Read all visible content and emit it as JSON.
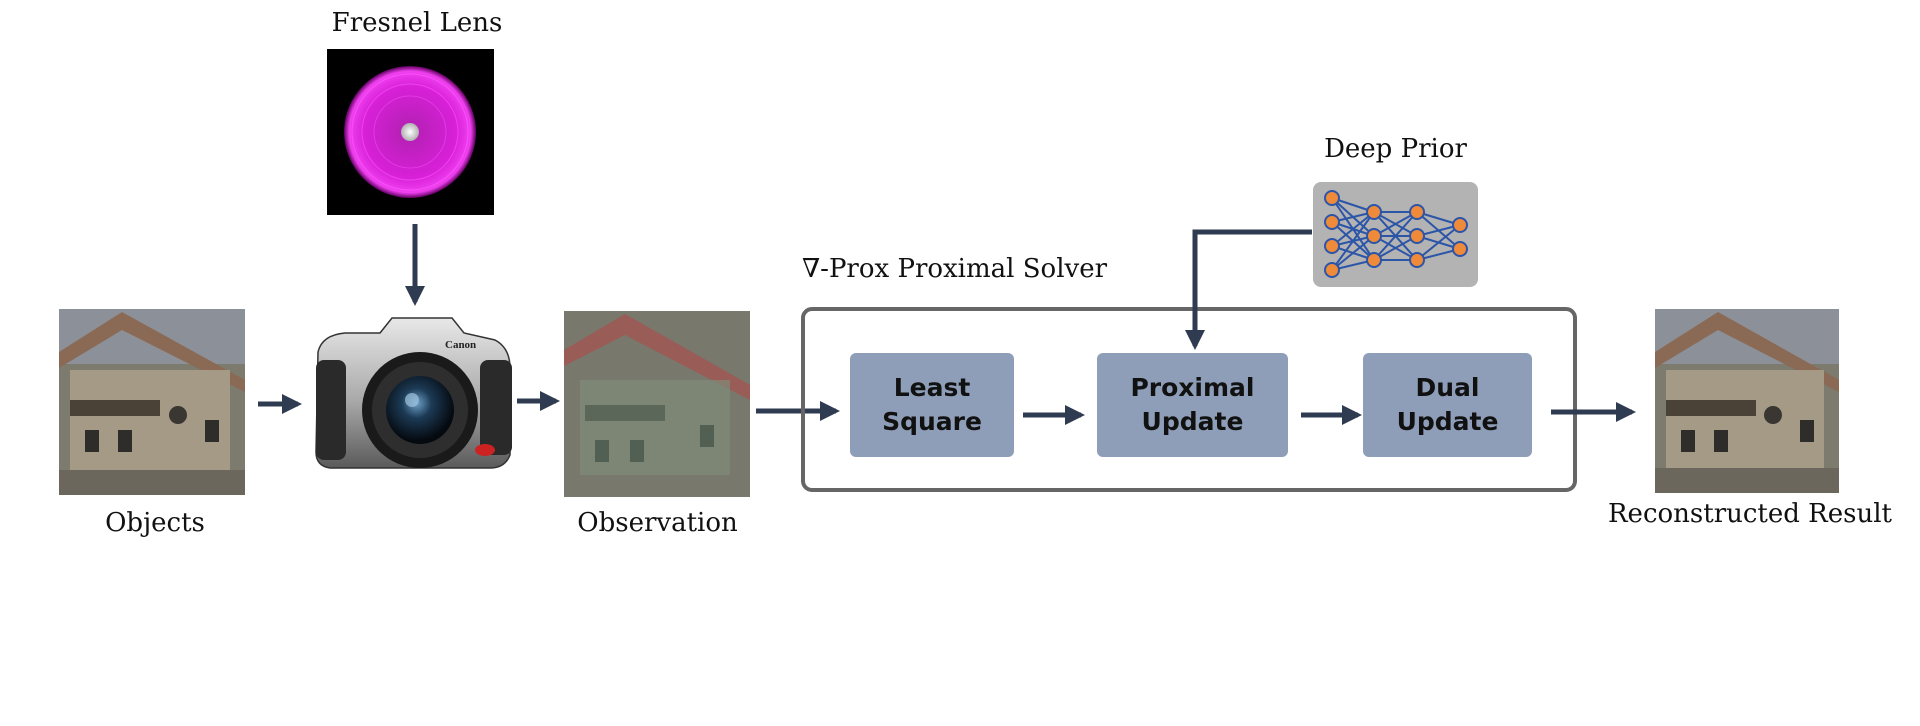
{
  "labels": {
    "fresnel": "Fresnel Lens",
    "objects": "Objects",
    "observation": "Observation",
    "solver": "∇-Prox Proximal Solver",
    "deep_prior": "Deep Prior",
    "result": "Reconstructed Result"
  },
  "steps": [
    {
      "line1": "Least",
      "line2": "Square"
    },
    {
      "line1": "Proximal",
      "line2": "Update"
    },
    {
      "line1": "Dual",
      "line2": "Update"
    }
  ],
  "camera_brand": "Canon",
  "colors": {
    "arrow": "#2f3b50",
    "box": "#8e9eb8",
    "frame": "#666666",
    "node": "#ee8a3a",
    "edge": "#2c55a8",
    "prior_bg": "#b3b3b3",
    "lens": "#e020e0"
  }
}
